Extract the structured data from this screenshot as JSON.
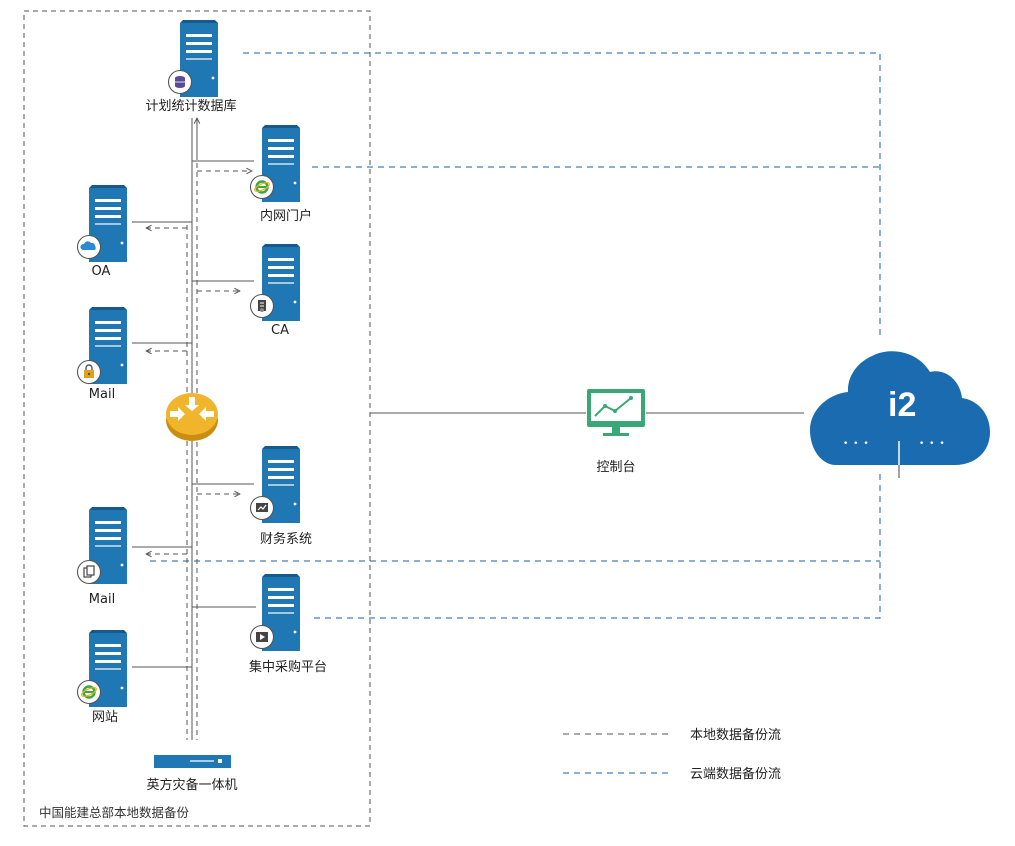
{
  "region_label": "中国能建总部本地数据备份",
  "servers": {
    "plan_db": "计划统计数据库",
    "intranet": "内网门户",
    "oa": "OA",
    "ca": "CA",
    "mail_top": "Mail",
    "finance": "财务系统",
    "mail_bottom": "Mail",
    "procurement": "集中采购平台",
    "website": "网站"
  },
  "appliance": "英方灾备一体机",
  "console": "控制台",
  "cloud_label": "i2",
  "cloud_dots_left": "• • •",
  "cloud_dots_right": "• • •",
  "legend": {
    "local": "本地数据备份流",
    "cloud": "云端数据备份流"
  },
  "colors": {
    "server_blue": "#1f77b4",
    "local_line": "#555555",
    "cloud_line": "#1c5fa8",
    "router": "#f0b52a",
    "console": "#3aa776"
  },
  "icons": {
    "plan_db": "database-icon",
    "intranet": "ie-icon",
    "oa": "cloud-icon",
    "ca": "certificate-icon",
    "mail_top": "lock-icon",
    "finance": "chart-icon",
    "mail_bottom": "documents-icon",
    "procurement": "video-icon",
    "website": "ie-icon"
  }
}
